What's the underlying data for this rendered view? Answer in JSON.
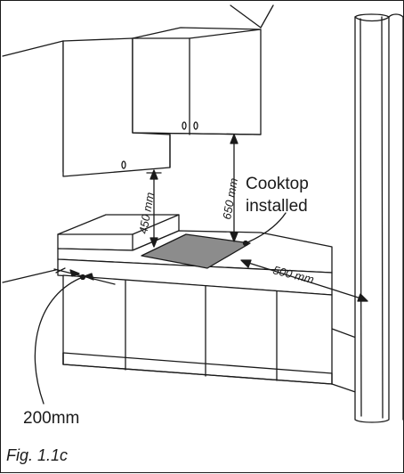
{
  "figure": {
    "caption": "Fig. 1.1c",
    "labels": {
      "cooktop_line1": "Cooktop",
      "cooktop_line2": "installed",
      "dim_650": "650 mm",
      "dim_450": "450 mm",
      "dim_500": "500 mm",
      "dim_200": "200mm"
    },
    "colors": {
      "line": "#1a1a1a",
      "cooktop_fill": "#8c8c8c",
      "background": "#ffffff"
    }
  }
}
